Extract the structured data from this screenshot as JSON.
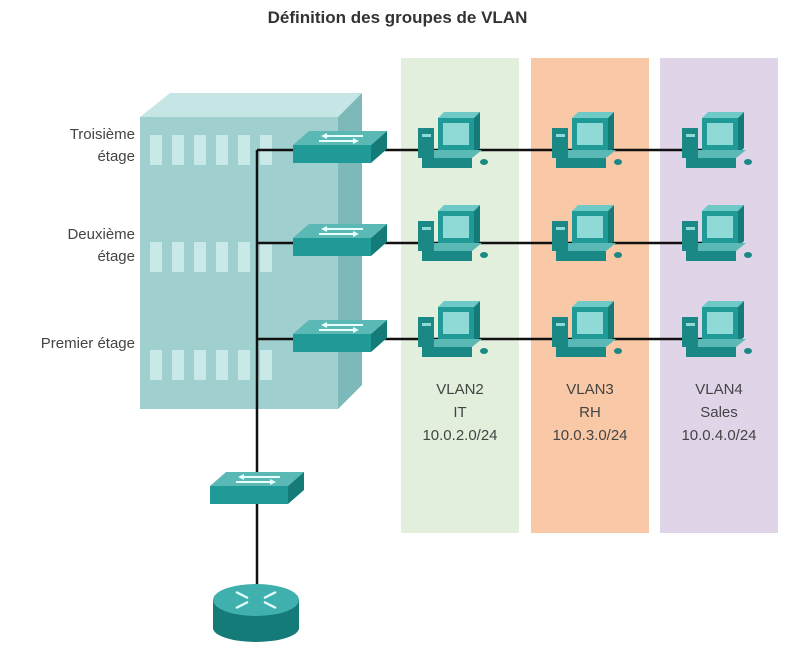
{
  "title": "Définition des groupes de VLAN",
  "floors": [
    {
      "line1": "Troisième",
      "line2": "étage"
    },
    {
      "line1": "Deuxième",
      "line2": "étage"
    },
    {
      "line1": "Premier étage",
      "line2": ""
    }
  ],
  "vlans": [
    {
      "name": "VLAN2",
      "group": "IT",
      "subnet": "10.0.2.0/24",
      "color": "#e2efdc"
    },
    {
      "name": "VLAN3",
      "group": "RH",
      "subnet": "10.0.3.0/24",
      "color": "#f9c9a7"
    },
    {
      "name": "VLAN4",
      "group": "Sales",
      "subnet": "10.0.4.0/24",
      "color": "#e0d4e9"
    }
  ],
  "colors": {
    "device_teal": "#1f9a96",
    "building": "#9fcfcf",
    "link": "#111111"
  }
}
